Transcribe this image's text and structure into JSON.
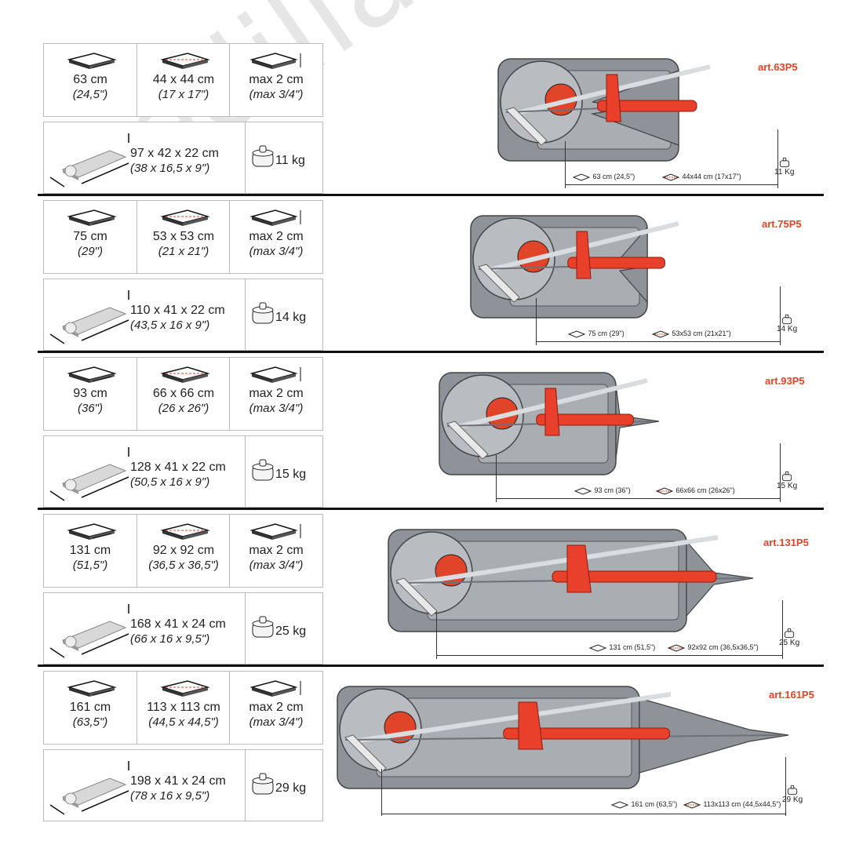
{
  "watermark": "ediliamo",
  "models": [
    {
      "art": "art.63P5",
      "cut_length": "63 cm",
      "cut_length_in": "(24,5\")",
      "diagonal": "44 x 44 cm",
      "diagonal_in": "(17 x 17\")",
      "thickness": "max 2 cm",
      "thickness_in": "(max 3/4\")",
      "size": "97 x 42 x 22 cm",
      "size_in": "(38 x 16,5 x 9\")",
      "weight": "11 kg",
      "caption_cut": "63 cm (24,5\")",
      "caption_diag": "44x44  cm (17x17\")",
      "caption_weight": "11 Kg"
    },
    {
      "art": "art.75P5",
      "cut_length": "75 cm",
      "cut_length_in": "(29\")",
      "diagonal": "53 x 53 cm",
      "diagonal_in": "(21 x 21\")",
      "thickness": "max 2 cm",
      "thickness_in": "(max 3/4\")",
      "size": "110 x 41 x 22 cm",
      "size_in": "(43,5 x 16 x 9\")",
      "weight": "14 kg",
      "caption_cut": "75 cm (29\")",
      "caption_diag": "53x53  cm (21x21\")",
      "caption_weight": "14 Kg"
    },
    {
      "art": "art.93P5",
      "cut_length": "93 cm",
      "cut_length_in": "(36\")",
      "diagonal": "66 x 66 cm",
      "diagonal_in": "(26 x 26\")",
      "thickness": "max 2 cm",
      "thickness_in": "(max 3/4\")",
      "size": "128 x 41 x 22 cm",
      "size_in": "(50,5 x 16 x 9\")",
      "weight": "15 kg",
      "caption_cut": "93 cm (36\")",
      "caption_diag": "66x66  cm (26x26\")",
      "caption_weight": "15 Kg"
    },
    {
      "art": "art.131P5",
      "cut_length": "131 cm",
      "cut_length_in": "(51,5\")",
      "diagonal": "92 x 92 cm",
      "diagonal_in": "(36,5 x 36,5\")",
      "thickness": "max 2 cm",
      "thickness_in": "(max 3/4\")",
      "size": "168 x 41 x 24 cm",
      "size_in": "(66 x 16 x 9,5\")",
      "weight": "25 kg",
      "caption_cut": "131 cm (51,5\")",
      "caption_diag": "92x92  cm (36,5x36,5\")",
      "caption_weight": "25 Kg"
    },
    {
      "art": "art.161P5",
      "cut_length": "161 cm",
      "cut_length_in": "(63,5\")",
      "diagonal": "113 x 113 cm",
      "diagonal_in": "(44,5 x 44,5\")",
      "thickness": "max 2 cm",
      "thickness_in": "(max 3/4\")",
      "size": "198 x 41 x 24 cm",
      "size_in": "(78 x 16 x 9,5\")",
      "weight": "29 kg",
      "caption_cut": "161 cm (63,5\")",
      "caption_diag": "113x113  cm (44,5x44,5\")",
      "caption_weight": "29 Kg"
    }
  ]
}
